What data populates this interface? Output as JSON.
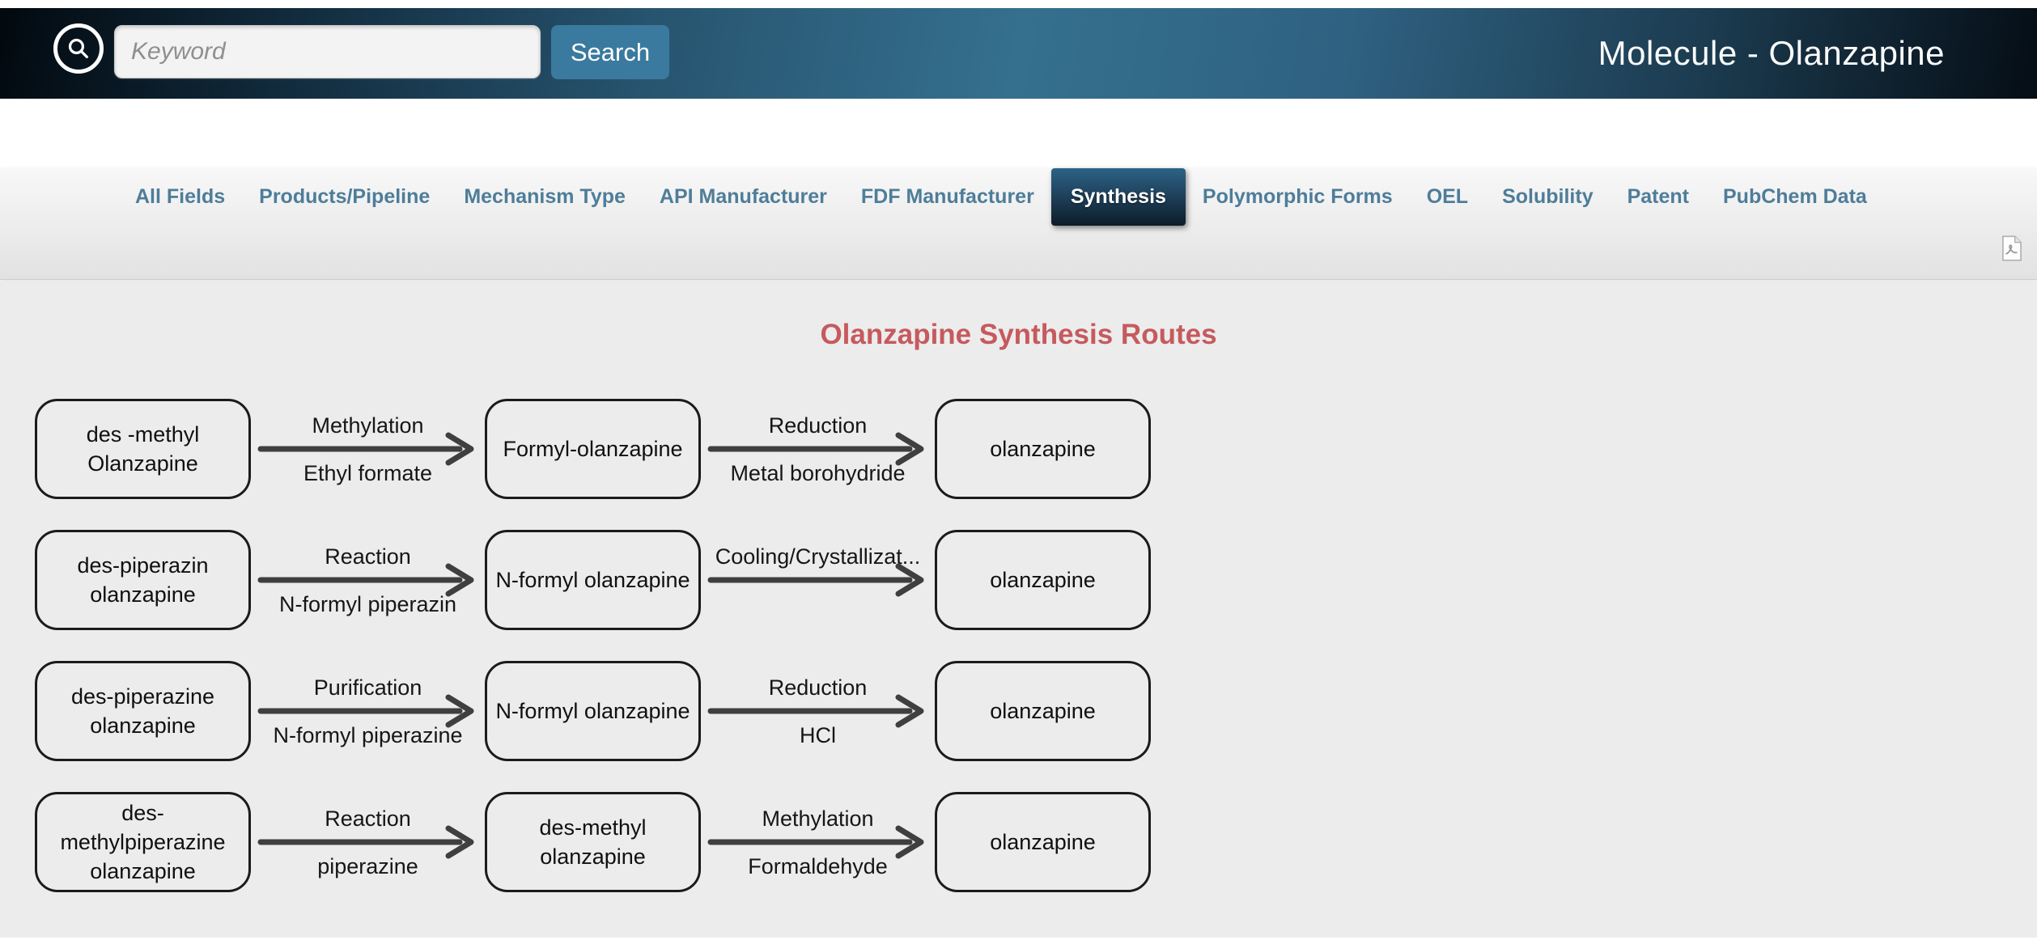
{
  "header": {
    "search_placeholder": "Keyword",
    "search_button_label": "Search",
    "page_title": "Molecule - Olanzapine"
  },
  "nav": {
    "tabs": [
      {
        "label": "All Fields",
        "active": false
      },
      {
        "label": "Products/Pipeline",
        "active": false
      },
      {
        "label": "Mechanism Type",
        "active": false
      },
      {
        "label": "API Manufacturer",
        "active": false
      },
      {
        "label": "FDF Manufacturer",
        "active": false
      },
      {
        "label": "Synthesis",
        "active": true
      },
      {
        "label": "Polymorphic Forms",
        "active": false
      },
      {
        "label": "OEL",
        "active": false
      },
      {
        "label": "Solubility",
        "active": false
      },
      {
        "label": "Patent",
        "active": false
      },
      {
        "label": "PubChem Data",
        "active": false
      }
    ],
    "pdf_icon": "pdf-export-icon"
  },
  "main": {
    "title": "Olanzapine Synthesis Routes",
    "routes": [
      {
        "nodes": [
          {
            "lines": [
              "des -methyl",
              "Olanzapine"
            ]
          },
          {
            "lines": [
              "Formyl-olanzapine"
            ]
          },
          {
            "lines": [
              "olanzapine"
            ]
          }
        ],
        "arrows": [
          {
            "top": "Methylation",
            "bottom": "Ethyl formate"
          },
          {
            "top": "Reduction",
            "bottom": "Metal borohydride"
          }
        ]
      },
      {
        "nodes": [
          {
            "lines": [
              "des-piperazin",
              "olanzapine"
            ]
          },
          {
            "lines": [
              "N-formyl olanzapine"
            ]
          },
          {
            "lines": [
              "olanzapine"
            ]
          }
        ],
        "arrows": [
          {
            "top": "Reaction",
            "bottom": "N-formyl piperazin"
          },
          {
            "top": "Cooling/Crystallizat...",
            "bottom": ""
          }
        ]
      },
      {
        "nodes": [
          {
            "lines": [
              "des-piperazine",
              "olanzapine"
            ]
          },
          {
            "lines": [
              "N-formyl olanzapine"
            ]
          },
          {
            "lines": [
              "olanzapine"
            ]
          }
        ],
        "arrows": [
          {
            "top": "Purification",
            "bottom": "N-formyl piperazine"
          },
          {
            "top": "Reduction",
            "bottom": "HCl"
          }
        ]
      },
      {
        "nodes": [
          {
            "lines": [
              "des-methylpiperazine",
              "olanzapine"
            ]
          },
          {
            "lines": [
              "des-methyl",
              "olanzapine"
            ]
          },
          {
            "lines": [
              "olanzapine"
            ]
          }
        ],
        "arrows": [
          {
            "top": "Reaction",
            "bottom": "piperazine"
          },
          {
            "top": "Methylation",
            "bottom": "Formaldehyde"
          }
        ]
      }
    ]
  },
  "colors": {
    "header-mid": "#35708f",
    "header-dark": "#050d15",
    "search-button-bg": "#3a7a9e",
    "nav-tab-text": "#4e7d99",
    "active-tab-top": "#2d6387",
    "active-tab-bottom": "#0d1b28",
    "section-title": "#c65a5e",
    "arrow-color": "#3f3f3f",
    "node-border": "#1b1b1b",
    "content-bg": "#ececec"
  }
}
